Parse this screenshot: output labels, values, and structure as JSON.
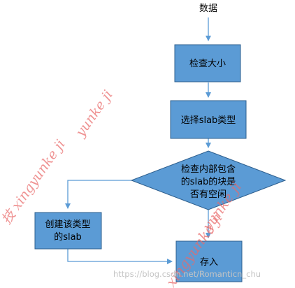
{
  "flowchart": {
    "start_label": "数据",
    "step_check_size": "检查大小",
    "step_select_type": "选择slab类型",
    "decision": [
      "检查内部包含",
      "的slab的块是",
      "否有空闲"
    ],
    "step_create": [
      "创建该类型",
      "的slab"
    ],
    "step_store": "存入"
  },
  "watermark": {
    "text_left": "技 xingyunke ji",
    "text_top": "yunke ji",
    "text_bottom_a": "yunke ji",
    "text_bottom_b": "xingyunke ji",
    "url": "https://blog.csdn.net/Romanticn_chu"
  },
  "colors": {
    "box_fill": "#5b9bd5",
    "box_stroke": "#2e5f8e",
    "line": "#5b9bd5",
    "watermark": "#e96a6a"
  }
}
